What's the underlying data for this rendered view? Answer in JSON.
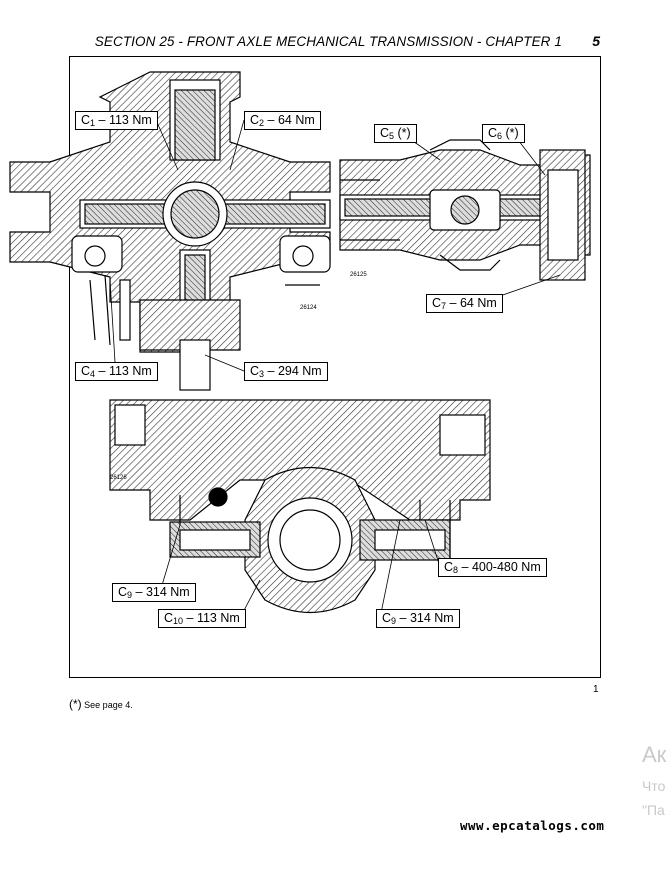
{
  "header": {
    "title": "SECTION 25 - FRONT AXLE MECHANICAL TRANSMISSION - CHAPTER 1",
    "page": "5"
  },
  "figure": {
    "number": "1",
    "codes": [
      "26124",
      "26125",
      "26126"
    ],
    "callouts": [
      {
        "id": "c1",
        "sym": "C",
        "sub": "1",
        "text": " – 113 Nm"
      },
      {
        "id": "c2",
        "sym": "C",
        "sub": "2",
        "text": " – 64 Nm"
      },
      {
        "id": "c5",
        "sym": "C",
        "sub": "5",
        "text": " (*)"
      },
      {
        "id": "c6",
        "sym": "C",
        "sub": "6",
        "text": " (*)"
      },
      {
        "id": "c7",
        "sym": "C",
        "sub": "7",
        "text": " – 64 Nm"
      },
      {
        "id": "c4",
        "sym": "C",
        "sub": "4",
        "text": " – 113 Nm"
      },
      {
        "id": "c3",
        "sym": "C",
        "sub": "3",
        "text": " – 294 Nm"
      },
      {
        "id": "c8",
        "sym": "C",
        "sub": "8",
        "text": " – 400-480 Nm"
      },
      {
        "id": "c9a",
        "sym": "C",
        "sub": "9",
        "text": " – 314 Nm"
      },
      {
        "id": "c10",
        "sym": "C",
        "sub": "10",
        "text": " – 113 Nm"
      },
      {
        "id": "c9b",
        "sym": "C",
        "sub": "9",
        "text": " – 314 Nm"
      }
    ]
  },
  "footnote": {
    "mark": "(*)",
    "text": " See page 4."
  },
  "watermark": {
    "line1": "Ак",
    "line2": "Что",
    "line3": "\"Па"
  },
  "site": "www.epcatalogs.com"
}
